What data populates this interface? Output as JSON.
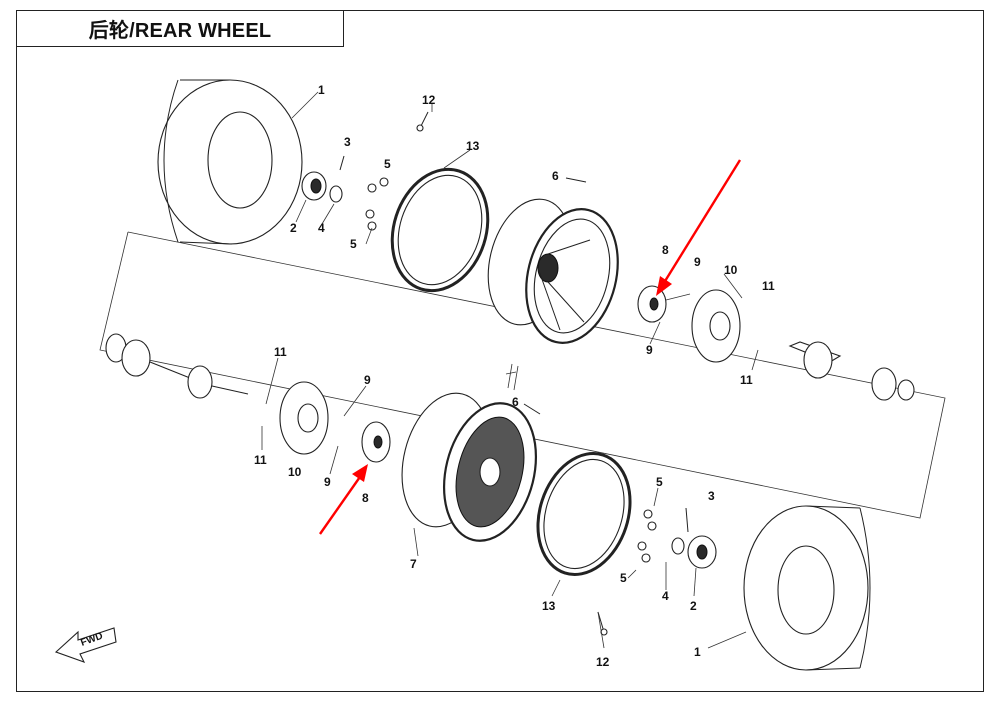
{
  "title": "后轮/REAR WHEEL",
  "fwd_label": "FWD",
  "callouts": {
    "tire_top": "1",
    "hub_top": "2",
    "pin_top": "3",
    "washer_top": "4",
    "nuts_top_a": "5",
    "nuts_top_b": "5",
    "valve_top": "6",
    "wheel_flange_top": "8",
    "bolts_top_a": "9",
    "bolts_top_b": "9",
    "disc_top": "10",
    "screws_top_a": "11",
    "screws_top_b": "11",
    "bolt_top": "12",
    "beadlock_ring_top": "13",
    "screws_left_a": "11",
    "screws_left_b": "11",
    "disc_left": "10",
    "bolts_left_a": "9",
    "bolts_left_b": "9",
    "flange_left": "8",
    "valve_bottom": "6",
    "rim_bottom": "7",
    "nuts_bottom_a": "5",
    "nuts_bottom_b": "5",
    "pin_bottom": "3",
    "washer_bottom": "4",
    "hub_bottom": "2",
    "beadlock_ring_bottom": "13",
    "bolt_bottom": "12",
    "tire_bottom": "1"
  },
  "colors": {
    "highlight_arrow": "#ff0000",
    "line": "#222222"
  }
}
